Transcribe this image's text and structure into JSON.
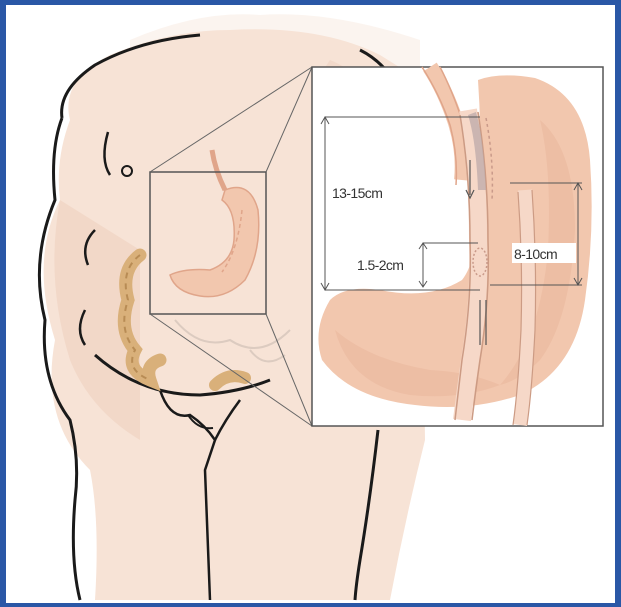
{
  "figure": {
    "palette": {
      "frame": "#2a57a6",
      "skin": "#f7e3d6",
      "skin_shadow": "#eed0be",
      "outline": "#1a1a1a",
      "stomach": "#f2c7ae",
      "stomach_dark": "#e0a58a",
      "colon": "#d9b07a",
      "inset_bg": "#ffffff",
      "inset_border": "#555555",
      "staple": "#c99a8a"
    },
    "labels": {
      "total_length": "13-15cm",
      "pylorus_distance": "1.5-2cm",
      "fundus_width": "8-10cm"
    }
  }
}
